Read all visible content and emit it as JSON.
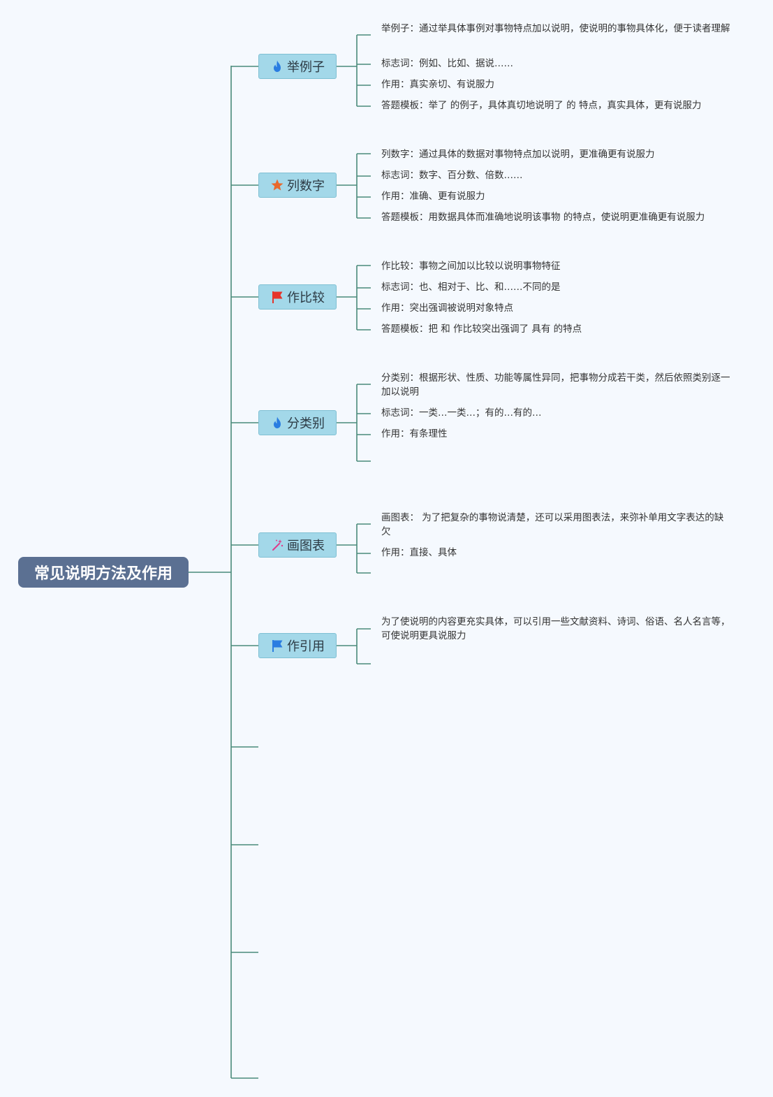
{
  "colors": {
    "background": "#f5f9fe",
    "root_fill": "#5b7092",
    "topic_fill": "#a3d8e9",
    "topic_border": "#7fc0d3",
    "connector": "#4a8a7a"
  },
  "root": {
    "label": "常见说明方法及作用"
  },
  "topics": [
    {
      "label": "举例子",
      "icon": "fire-icon",
      "icon_color": "#2a7de1",
      "leaves": [
        "举例子：通过举具体事例对事物特点加以说明，使说明的事物具体化，便于读者理解",
        "标志词：例如、比如、据说……",
        "作用：真实亲切、有说服力",
        "答题模板：举了 的例子，具体真切地说明了 的 特点，真实具体，更有说服力"
      ]
    },
    {
      "label": "列数字",
      "icon": "star-icon",
      "icon_color": "#e8692c",
      "leaves": [
        "列数字：通过具体的数据对事物特点加以说明，更准确更有说服力",
        "标志词：数字、百分数、倍数……",
        "作用：准确、更有说服力",
        "答题模板：用数据具体而准确地说明该事物 的特点，使说明更准确更有说服力"
      ]
    },
    {
      "label": "作比较",
      "icon": "red-flag-icon",
      "icon_color": "#e5332a",
      "leaves": [
        "作比较：事物之间加以比较以说明事物特征",
        "标志词：也、相对于、比、和……不同的是",
        "作用：突出强调被说明对象特点",
        "答题模板：把 和 作比较突出强调了 具有 的特点"
      ]
    },
    {
      "label": "分类别",
      "icon": "fire-icon",
      "icon_color": "#2a7de1",
      "leaves": [
        "分类别：根据形状、性质、功能等属性异同，把事物分成若干类，然后依照类别逐一加以说明",
        "标志词：一类…一类…；有的…有的…",
        "作用：有条理性",
        ""
      ]
    },
    {
      "label": "画图表",
      "icon": "magic-wand-icon",
      "icon_color": "#e03a8a",
      "leaves": [
        "画图表： 为了把复杂的事物说清楚，还可以采用图表法，来弥补单用文字表达的缺欠",
        "作用：直接、具体",
        ""
      ]
    },
    {
      "label": "作引用",
      "icon": "blue-flag-icon",
      "icon_color": "#2a7de1",
      "leaves": [
        "为了使说明的内容更充实具体，可以引用一些文献资料、诗词、俗语、名人名言等，可使说明更具说服力",
        ""
      ]
    }
  ],
  "empty_branches": 4
}
